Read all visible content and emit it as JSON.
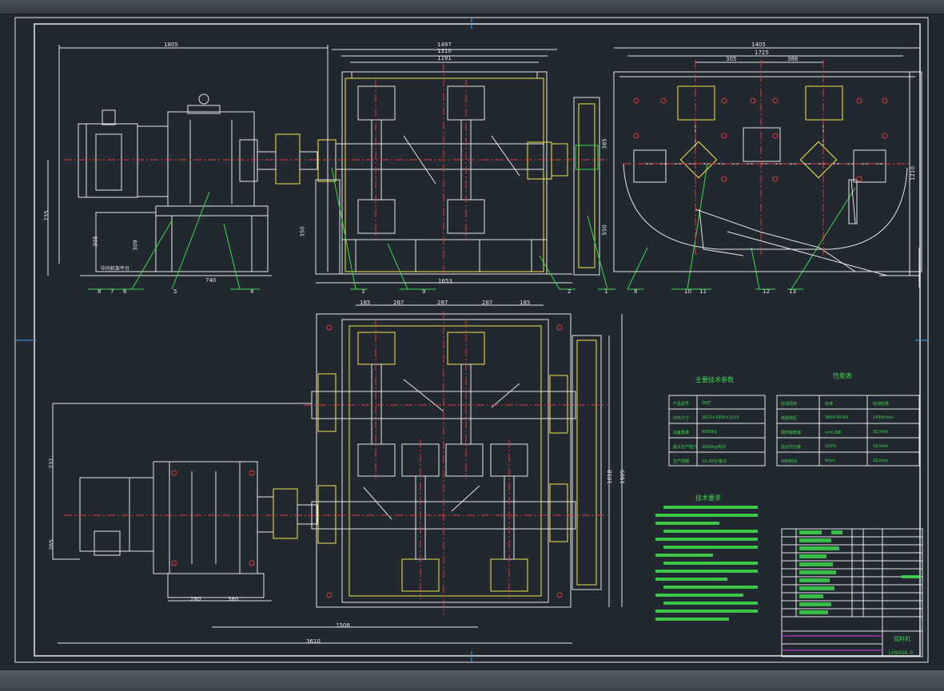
{
  "drawing": {
    "title_main_params": "主要技术参数",
    "title_spec_table": "性能表",
    "title_tech_req": "技术要求",
    "part_name": "混料机",
    "drawing_no": "LHSGOL 0",
    "platform_label": "中间机架平台"
  },
  "dimensions": {
    "top_left_1805": "1805",
    "top_mid_1497": "1497",
    "top_mid_1310": "1310",
    "top_mid_1191": "1191",
    "top_right_1405": "1405",
    "top_right_1725": "1725",
    "top_right_305": "305",
    "top_right_386": "386",
    "left_735": "735",
    "left_305": "305",
    "left_309": "309",
    "left_350": "350",
    "mid_385": "385",
    "mid_550": "550",
    "base_740": "740",
    "base_1653": "1653",
    "right_1210": "1210",
    "plan_185_a": "185",
    "plan_287_a": "287",
    "plan_287_b": "287",
    "plan_287_c": "287",
    "plan_185_b": "185",
    "plan_732": "732",
    "plan_285": "285",
    "plan_280": "280",
    "plan_380": "380",
    "plan_1508": "1508",
    "plan_3610": "3610",
    "plan_1618": "1618",
    "plan_1905": "1905"
  },
  "balloons": [
    "8",
    "7",
    "6",
    "5",
    "4",
    "3",
    "9",
    "2",
    "1",
    "8",
    "10",
    "11",
    "12",
    "13"
  ],
  "params_table": [
    [
      "产品型号",
      "SHJT"
    ],
    [
      "外形尺寸",
      "3610×1905×1210"
    ],
    [
      "设备重量",
      "4500kg"
    ],
    [
      "最大生产能力",
      "3000kg/批次"
    ],
    [
      "生产周期",
      "15-20分/批次"
    ]
  ],
  "spec_table": [
    [
      "检测项目",
      "标准",
      "检测结果"
    ],
    [
      "电源电压",
      "380V-50-60",
      "1450r/min"
    ],
    [
      "搅拌轴转速",
      "n=0.5转",
      "31r/min"
    ],
    [
      "混合均匀度",
      "100%",
      "31r/min"
    ],
    [
      "出料时间",
      "5min",
      "31r/min"
    ]
  ],
  "colors": {
    "line_white": "#e6e6e6",
    "line_yellow": "#f2e64a",
    "line_red": "#e03a3a",
    "line_green": "#3ed84a",
    "line_magenta": "#e040e0",
    "line_cyan": "#40d8e0",
    "bg": "#212830"
  }
}
